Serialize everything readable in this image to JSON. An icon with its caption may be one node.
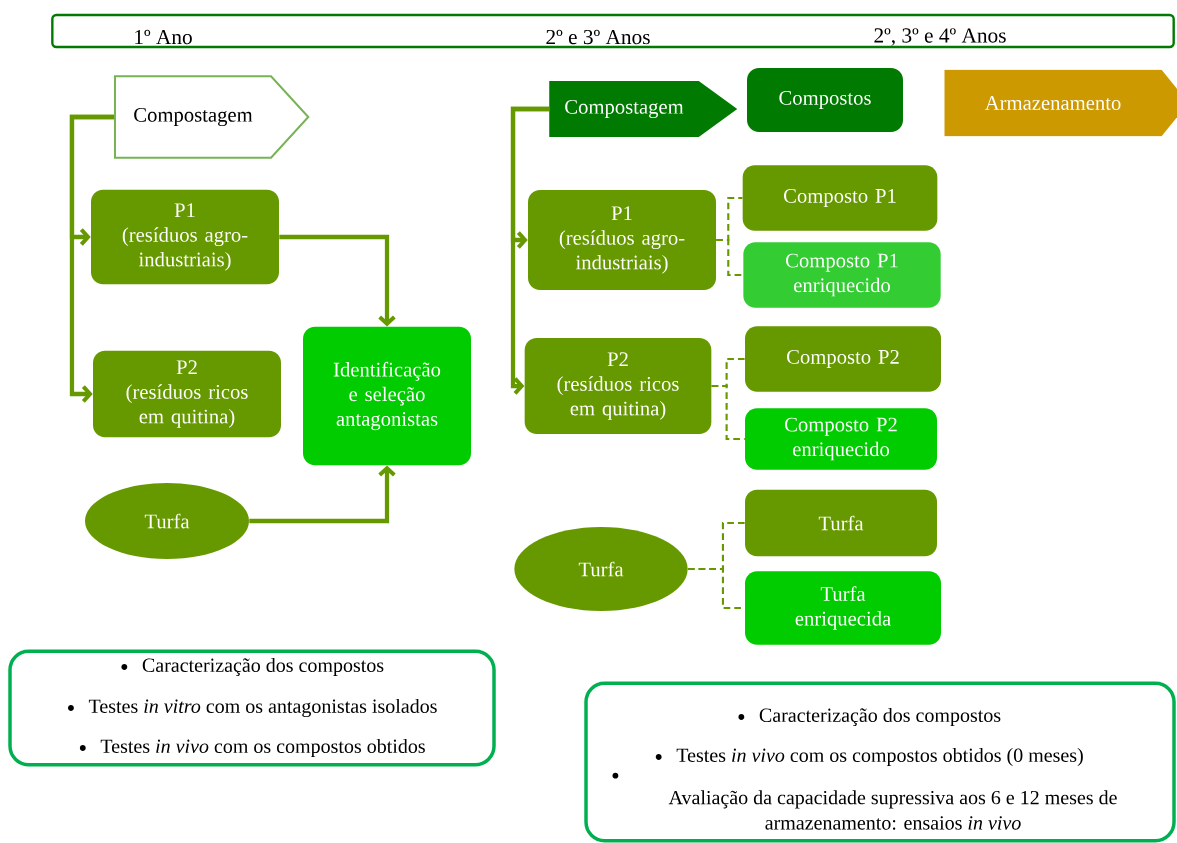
{
  "diagram": {
    "nodes": [
      {
        "text": [
          "1º Ano",
          "2º e 3º Anos",
          "2º, 3º e 4º Anos"
        ]
      },
      {
        "text": [
          "Compostagem"
        ]
      },
      {
        "text": [
          "P1",
          "(resíduos agro-industriais)"
        ]
      },
      {
        "text": [
          "P2",
          "(resíduos ricos em quitina)"
        ]
      },
      {
        "text": [
          "Identificação e seleção antagonistas"
        ]
      },
      {
        "text": [
          "Turfa"
        ]
      },
      {
        "text": [
          "Compostagem"
        ]
      },
      {
        "text": [
          "Compostos"
        ]
      },
      {
        "text": [
          "Armazenamento"
        ]
      },
      {
        "text": [
          "P1",
          "(resíduos agro-industriais)"
        ]
      },
      {
        "text": [
          "Composto P1"
        ]
      },
      {
        "text": [
          "Composto P1 enriquecido"
        ]
      },
      {
        "text": [
          "P2",
          "(resíduos ricos em quitina)"
        ]
      },
      {
        "text": [
          "Composto P2"
        ]
      },
      {
        "text": [
          "Composto P2 enriquecido"
        ]
      },
      {
        "text": [
          "Turfa"
        ]
      },
      {
        "text": [
          "Turfa"
        ]
      },
      {
        "text": [
          "Turfa enriquecida"
        ]
      },
      {
        "text": [
          "Caracterização dos compostos",
          "Testes *in vitro* com os antagonistas isolados",
          "Testes *in vivo* com os compostos obtidos"
        ]
      },
      {
        "text": [
          "Caracterização dos compostos",
          "Testes *in vivo* com os compostos obtidos (0 meses)",
          "Avaliação da capacidade supressiva aos 6 e 12 meses de armazenamento: ensaios *in vivo*"
        ]
      }
    ],
    "edges": [
      {
        "from": 1,
        "to": 2,
        "arrow": "to",
        "style": "thick"
      },
      {
        "from": 1,
        "to": 3,
        "arrow": "to",
        "style": "thick"
      },
      {
        "from": 2,
        "to": 4,
        "arrow": "to",
        "style": "thick"
      },
      {
        "from": 5,
        "to": 4,
        "arrow": "to",
        "style": "thick"
      },
      {
        "from": 6,
        "to": 9,
        "arrow": "to",
        "style": "thick"
      },
      {
        "from": 6,
        "to": 12,
        "arrow": "to",
        "style": "thick"
      },
      {
        "from": 9,
        "to": 10,
        "arrow": "none",
        "style": "dashed"
      },
      {
        "from": 9,
        "to": 11,
        "arrow": "none",
        "style": "dashed"
      },
      {
        "from": 12,
        "to": 13,
        "arrow": "none",
        "style": "dashed"
      },
      {
        "from": 12,
        "to": 14,
        "arrow": "none",
        "style": "dashed"
      },
      {
        "from": 15,
        "to": 16,
        "arrow": "none",
        "style": "dashed"
      },
      {
        "from": 15,
        "to": 17,
        "arrow": "none",
        "style": "dashed"
      }
    ]
  }
}
